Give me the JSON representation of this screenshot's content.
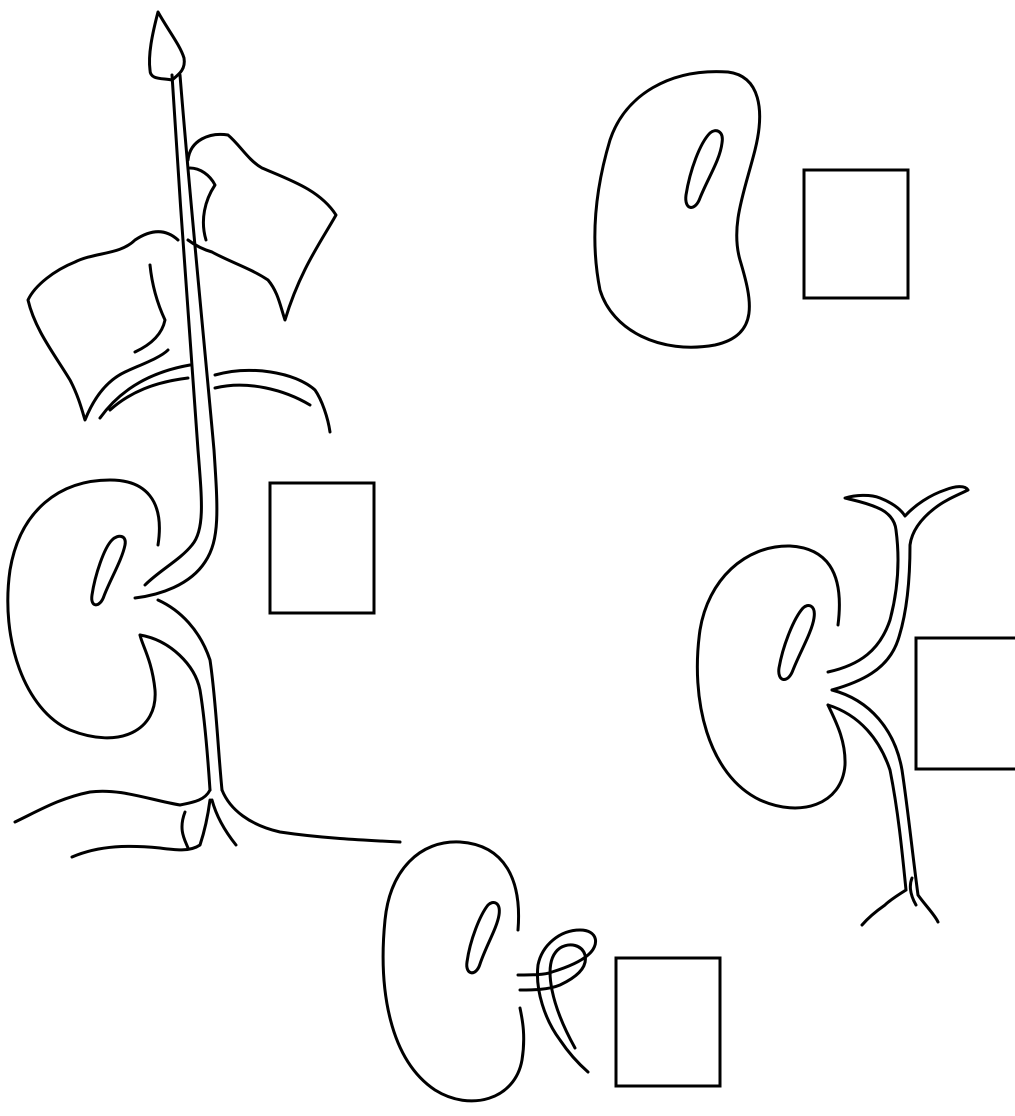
{
  "diagram": {
    "stages": [
      {
        "name": "seed",
        "answer": ""
      },
      {
        "name": "germinating-seed",
        "answer": ""
      },
      {
        "name": "seedling",
        "answer": ""
      },
      {
        "name": "young-plant",
        "answer": ""
      }
    ]
  },
  "colors": {
    "ink": "#000000",
    "background": "#ffffff"
  }
}
